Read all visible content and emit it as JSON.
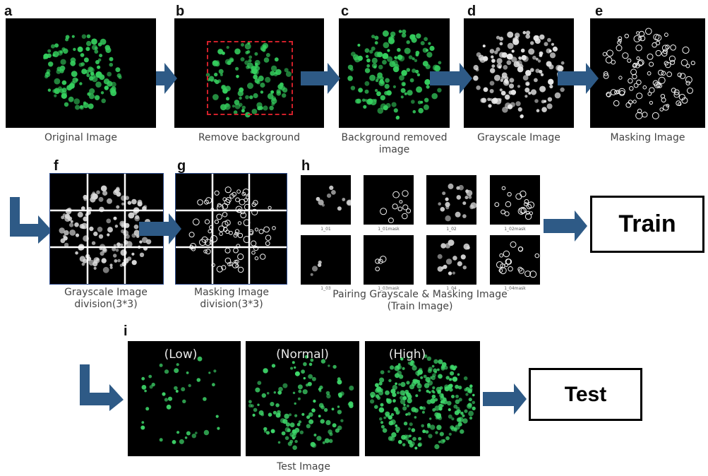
{
  "colors": {
    "arrow": "#2e5a86",
    "cell_green": "#3ed76a",
    "frame_blue": "#2f4f8f",
    "dash_red": "#d0202a"
  },
  "icons": {
    "arrow": "right-arrow-icon",
    "elbow": "elbow-arrow-icon"
  },
  "panels": [
    {
      "letter": "a",
      "caption": "Original Image"
    },
    {
      "letter": "b",
      "caption": "Remove background"
    },
    {
      "letter": "c",
      "caption": "Background removed image"
    },
    {
      "letter": "d",
      "caption": "Grayscale Image"
    },
    {
      "letter": "e",
      "caption": "Masking Image"
    },
    {
      "letter": "f",
      "caption_line1": "Grayscale Image",
      "caption_line2": "division(3*3)"
    },
    {
      "letter": "g",
      "caption_line1": "Masking Image",
      "caption_line2": "division(3*3)"
    },
    {
      "letter": "h",
      "caption_line1": "Pairing Grayscale & Masking Image",
      "caption_line2": "(Train Image)"
    },
    {
      "letter": "i",
      "caption": "Test Image"
    }
  ],
  "pair_labels": [
    "1_01",
    "1_01mask",
    "1_02",
    "1_02mask",
    "1_03",
    "1_03mask",
    "1_04",
    "1_04mask"
  ],
  "test_levels": [
    "(Low)",
    "(Normal)",
    "(High)"
  ],
  "train_label": "Train",
  "test_label": "Test"
}
